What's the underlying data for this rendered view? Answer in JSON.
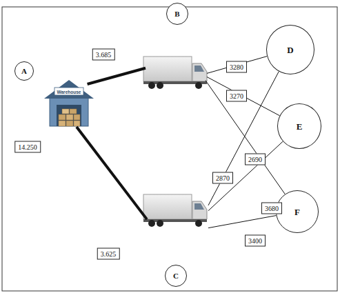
{
  "diagram": {
    "nodes": [
      {
        "text": [
          "A"
        ]
      },
      {
        "text": [
          "B"
        ]
      },
      {
        "text": [
          "C"
        ]
      },
      {
        "text": [
          "D"
        ]
      },
      {
        "text": [
          "E"
        ]
      },
      {
        "text": [
          "F"
        ]
      }
    ],
    "edges": [
      {
        "from": 0,
        "to": 1,
        "label": "3.685",
        "arrow": "none"
      },
      {
        "from": 0,
        "to": 2,
        "label": "3.625",
        "arrow": "none"
      },
      {
        "from": 1,
        "to": 3,
        "label": "3280",
        "arrow": "none"
      },
      {
        "from": 1,
        "to": 4,
        "label": "3270",
        "arrow": "none"
      },
      {
        "from": 1,
        "to": 5,
        "label": "3680",
        "arrow": "none"
      },
      {
        "from": 2,
        "to": 3,
        "label": "2870",
        "arrow": "none"
      },
      {
        "from": 2,
        "to": 4,
        "label": "2690",
        "arrow": "none"
      },
      {
        "from": 2,
        "to": 5,
        "label": "3400",
        "arrow": "none"
      }
    ],
    "labels": [
      "14.250",
      "Warehouse"
    ]
  }
}
